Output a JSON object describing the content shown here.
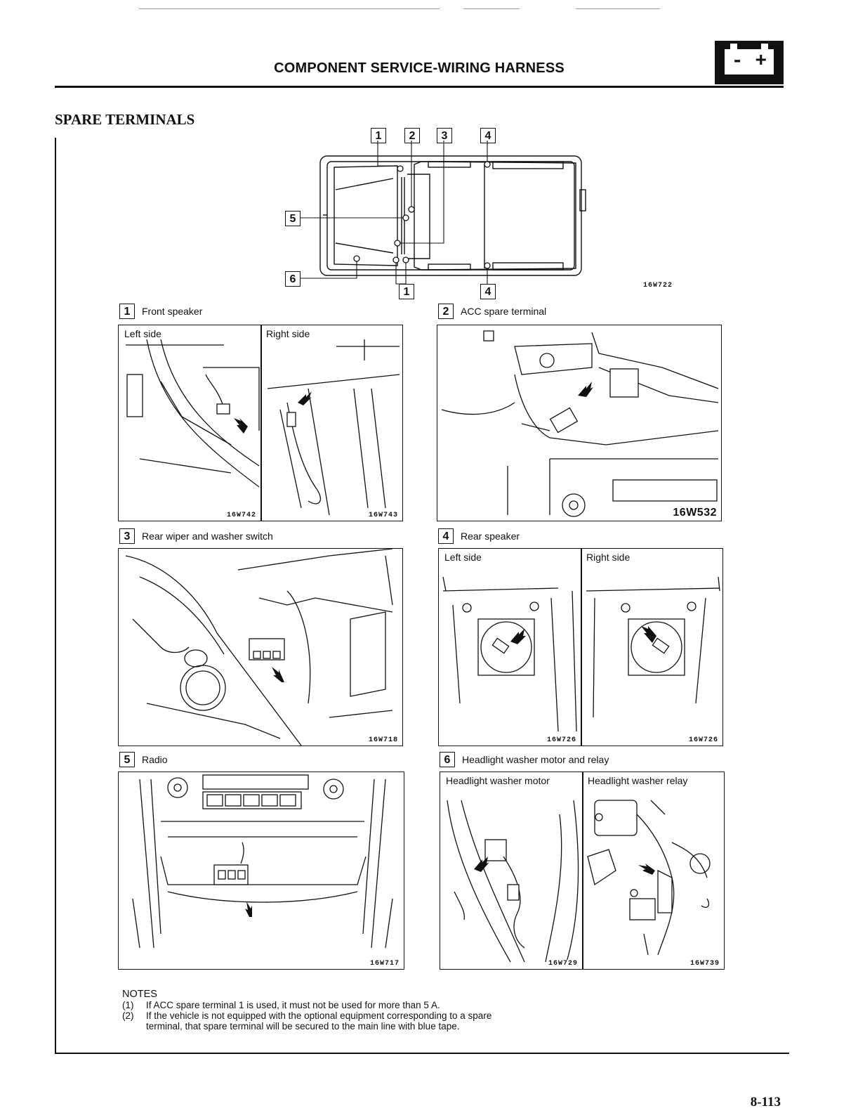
{
  "header": {
    "title": "COMPONENT SERVICE-WIRING HARNESS",
    "battery_symbol": "- +",
    "section_title": "SPARE TERMINALS",
    "page_number": "8-113"
  },
  "overview": {
    "code": "16W722",
    "callouts": {
      "top_1": "1",
      "top_2": "2",
      "top_3": "3",
      "top_4": "4",
      "left_5": "5",
      "left_6": "6",
      "bottom_1": "1",
      "bottom_4": "4"
    }
  },
  "panels": {
    "p1": {
      "num": "1",
      "caption": "Front speaker",
      "left_label": "Left side",
      "right_label": "Right side",
      "left_code": "16W742",
      "right_code": "16W743"
    },
    "p2": {
      "num": "2",
      "caption": "ACC spare terminal",
      "code": "16W532"
    },
    "p3": {
      "num": "3",
      "caption": "Rear wiper and washer switch",
      "code": "16W718"
    },
    "p4": {
      "num": "4",
      "caption": "Rear speaker",
      "left_label": "Left side",
      "right_label": "Right side",
      "left_code": "16W726",
      "right_code": "16W726"
    },
    "p5": {
      "num": "5",
      "caption": "Radio",
      "code": "16W717"
    },
    "p6": {
      "num": "6",
      "caption": "Headlight washer motor and relay",
      "left_label": "Headlight washer motor",
      "right_label": "Headlight washer relay",
      "left_code": "16W729",
      "right_code": "16W739"
    }
  },
  "notes": {
    "title": "NOTES",
    "items": [
      {
        "n": "(1)",
        "text": "If ACC spare terminal 1 is used, it must not be used for more than 5 A."
      },
      {
        "n": "(2)",
        "text": "If the vehicle is not equipped with the optional equipment corresponding to a spare"
      },
      {
        "n": "",
        "text": "terminal, that spare terminal will be secured to the main line with blue tape."
      }
    ]
  }
}
